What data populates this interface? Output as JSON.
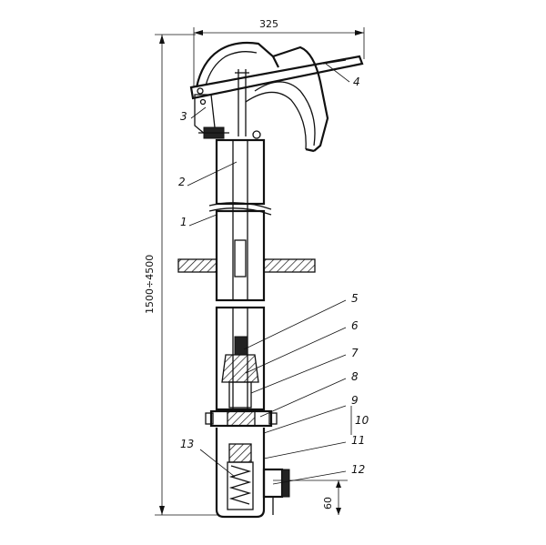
{
  "dimensions": {
    "width_label": "325",
    "height_label": "1500÷4500",
    "bottom_label": "60"
  },
  "callouts": [
    "1",
    "2",
    "3",
    "4",
    "5",
    "6",
    "7",
    "8",
    "9",
    "10",
    "11",
    "12",
    "13"
  ]
}
